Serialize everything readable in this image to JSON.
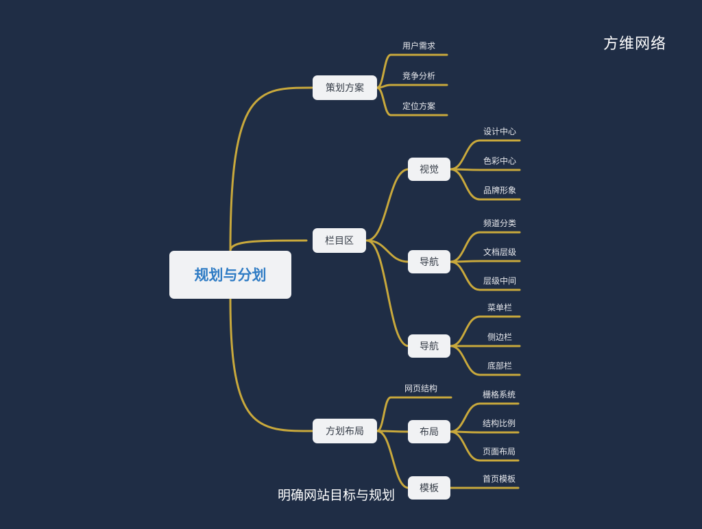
{
  "brand": "方维网络",
  "caption": "明确网站目标与规划",
  "colors": {
    "background": "#1f2d45",
    "line": "#c9a93c",
    "node_fill": "#f1f2f4",
    "root_text": "#2e7bc4",
    "leaf_text": "#e9eaee"
  },
  "root": {
    "label": "规划与分划"
  },
  "branches": [
    {
      "label": "策划方案",
      "children": [
        {
          "label": "用户需求"
        },
        {
          "label": "竞争分析"
        },
        {
          "label": "定位方案"
        }
      ]
    },
    {
      "label": "栏目区",
      "children": [
        {
          "label": "视觉",
          "children": [
            {
              "label": "设计中心"
            },
            {
              "label": "色彩中心"
            },
            {
              "label": "品牌形象"
            }
          ]
        },
        {
          "label": "导航",
          "children": [
            {
              "label": "频道分类"
            },
            {
              "label": "文档层级"
            },
            {
              "label": "层级中间"
            }
          ]
        },
        {
          "label": "导航",
          "children": [
            {
              "label": "菜单栏"
            },
            {
              "label": "侧边栏"
            },
            {
              "label": "底部栏"
            }
          ]
        }
      ]
    },
    {
      "label": "方划布局",
      "children": [
        {
          "label": "网页结构"
        },
        {
          "label": "布局",
          "children": [
            {
              "label": "栅格系统"
            },
            {
              "label": "结构比例"
            },
            {
              "label": "页面布局"
            }
          ]
        },
        {
          "label": "模板",
          "children": [
            {
              "label": "首页模板"
            }
          ]
        }
      ]
    }
  ]
}
